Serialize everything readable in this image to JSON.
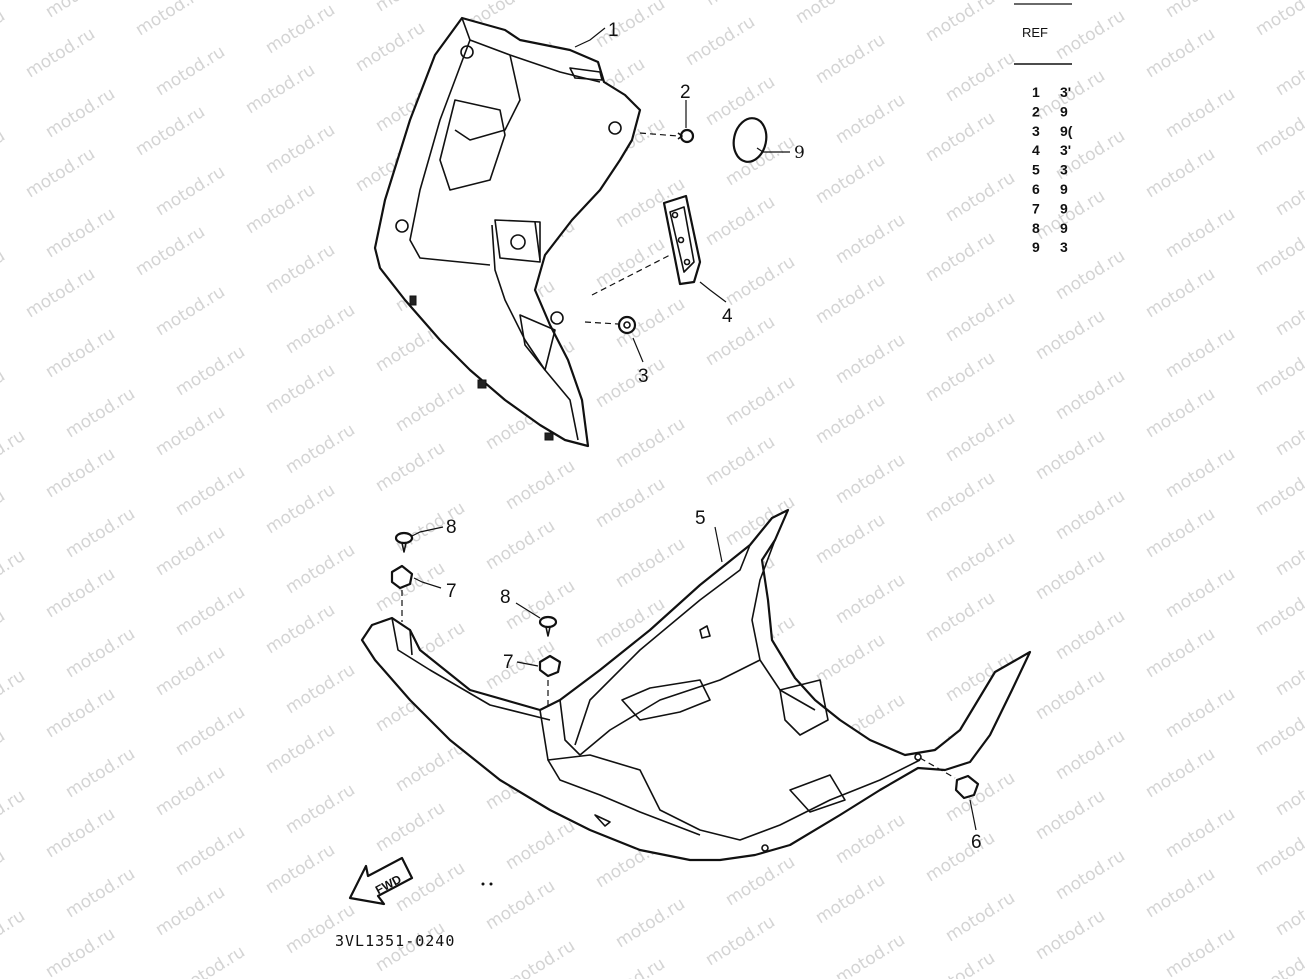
{
  "watermark": "motod.ru",
  "callouts": {
    "c1": "1",
    "c2": "2",
    "c3": "3",
    "c4": "4",
    "c5": "5",
    "c6": "6",
    "c7a": "7",
    "c7b": "7",
    "c8a": "8",
    "c8b": "8",
    "c9": "9"
  },
  "ref_table": {
    "header": "REF",
    "rows": [
      {
        "ref": "1",
        "part": "3'"
      },
      {
        "ref": "2",
        "part": "9"
      },
      {
        "ref": "3",
        "part": "9("
      },
      {
        "ref": "4",
        "part": "3'"
      },
      {
        "ref": "5",
        "part": "3"
      },
      {
        "ref": "6",
        "part": "9"
      },
      {
        "ref": "7",
        "part": "9"
      },
      {
        "ref": "8",
        "part": "9"
      },
      {
        "ref": "9",
        "part": "3"
      }
    ]
  },
  "fwd_label": "FWD",
  "diagram_code": "3VL1351-0240"
}
